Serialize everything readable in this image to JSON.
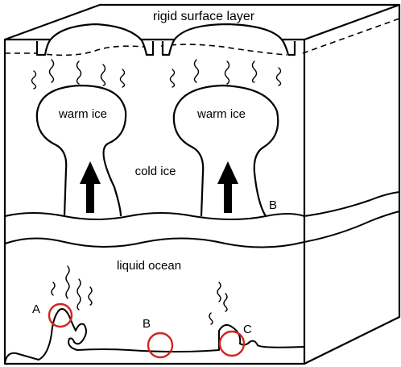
{
  "labels": {
    "surface": "rigid surface layer",
    "warm_ice_left": "warm ice",
    "warm_ice_right": "warm ice",
    "cold_ice": "cold ice",
    "ocean": "liquid ocean",
    "b_upper": "B",
    "a_lower": "A",
    "b_lower": "B",
    "c_lower": "C"
  },
  "colors": {
    "stroke": "#000000",
    "marker": "#d0261d",
    "background": "#ffffff"
  }
}
